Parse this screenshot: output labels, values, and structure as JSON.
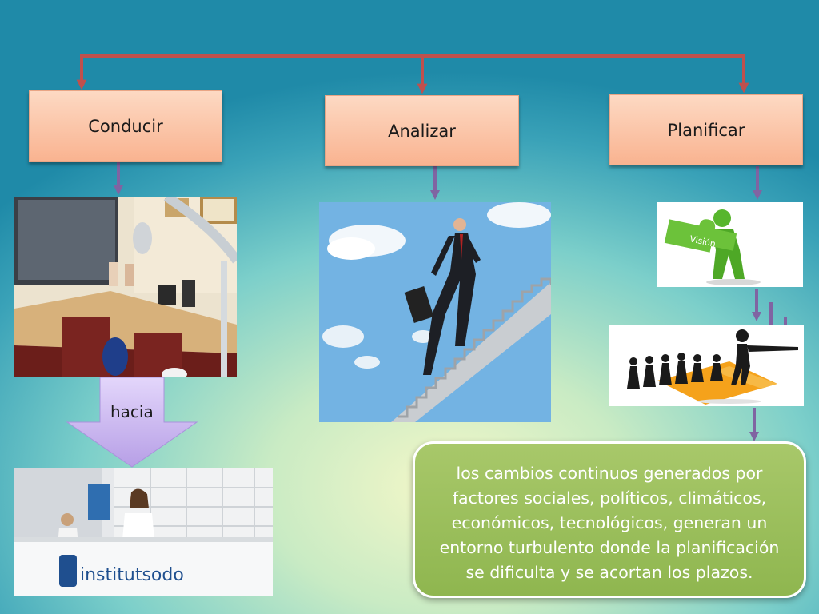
{
  "boxes": {
    "conducir": "Conducir",
    "analizar": "Analizar",
    "planificar": "Planificar"
  },
  "arrow_label": "hacia",
  "callout_text": "los cambios continuos generados por factores sociales, políticos, climáticos, económicos, tecnológicos, generan un entorno turbulento donde la planificación se dificulta y se acortan los plazos.",
  "images": {
    "dental_office": "dental-office-photo",
    "businessman_stairs": "businessman-climbing-stairs-photo",
    "vision_puzzle": "vision-puzzle-figure",
    "leader_team": "leader-pointing-team-figure",
    "reception": "clinic-reception-photo"
  },
  "vision_word": "Visión",
  "reception_logo": "institutsodo",
  "colors": {
    "top_connector": "#c0504d",
    "down_arrows": "#8064a2",
    "box_fill": "#f9b390",
    "callout_fill": "#9bbb59",
    "big_arrow": "#c8b4ee"
  }
}
